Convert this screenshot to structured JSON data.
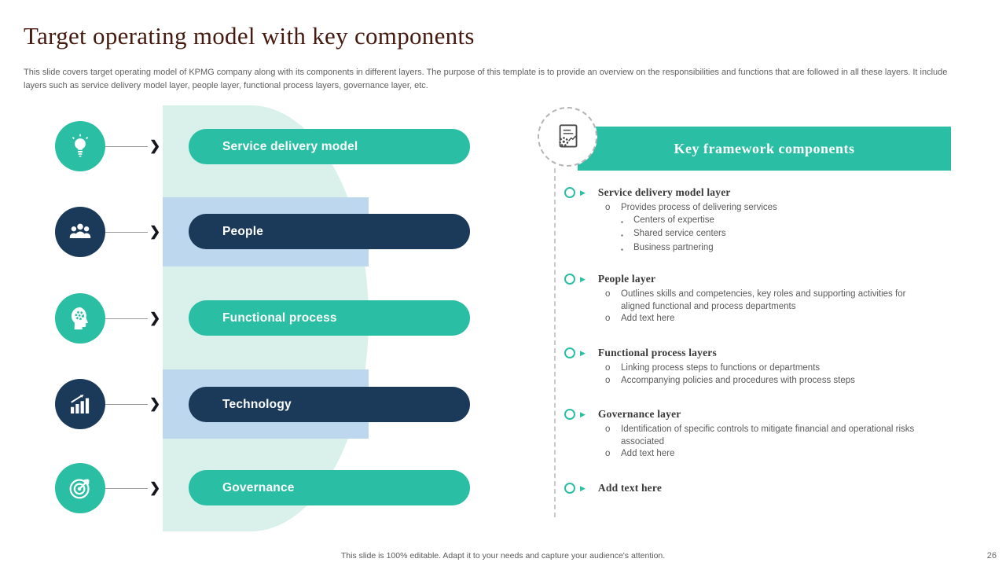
{
  "slide": {
    "title": "Target operating model with key components",
    "subtitle": "This slide covers target operating model of KPMG company along with its components in different layers. The purpose of this template is to provide an overview on the responsibilities and functions that are followed in all these layers. It include layers such as service delivery model layer, people layer, functional process layers, governance layer, etc.",
    "footer": "This slide is 100% editable. Adapt it to your needs and capture your audience's attention.",
    "page_number": "26"
  },
  "glyphs": {
    "arrow": "❯",
    "triangle": "▶",
    "bullet_o": "o",
    "bullet_sq": "▪"
  },
  "colors": {
    "teal": "#2ABFA4",
    "navy": "#1B3A5A",
    "light_blue": "#BDD7EE",
    "mint": "#D9F1EA",
    "title_maroon": "#451A10",
    "body_gray": "#5F5F5F"
  },
  "left_diagram": {
    "items": [
      {
        "label": "Service delivery model",
        "icon": "lightbulb-icon",
        "color": "teal"
      },
      {
        "label": "People",
        "icon": "people-icon",
        "color": "navy"
      },
      {
        "label": "Functional process",
        "icon": "head-gear-icon",
        "color": "teal"
      },
      {
        "label": "Technology",
        "icon": "bar-chart-icon",
        "color": "navy"
      },
      {
        "label": "Governance",
        "icon": "target-icon",
        "color": "teal"
      }
    ]
  },
  "right_panel": {
    "header": "Key framework components",
    "sections": [
      {
        "title": "Service delivery model layer",
        "bullets": [
          "Provides process of delivering services"
        ],
        "sub_bullets": [
          "Centers of expertise",
          "Shared service centers",
          "Business partnering"
        ]
      },
      {
        "title": "People layer",
        "bullets": [
          "Outlines skills and competencies, key roles and supporting activities for aligned functional and process departments",
          "Add text here"
        ],
        "sub_bullets": []
      },
      {
        "title": "Functional process layers",
        "bullets": [
          "Linking process steps to functions or departments",
          "Accompanying policies and procedures with process steps"
        ],
        "sub_bullets": []
      },
      {
        "title": "Governance layer",
        "bullets": [
          "Identification of specific controls to mitigate financial and operational risks associated",
          "Add text here"
        ],
        "sub_bullets": []
      },
      {
        "title": "Add text here",
        "bullets": [],
        "sub_bullets": []
      }
    ]
  }
}
